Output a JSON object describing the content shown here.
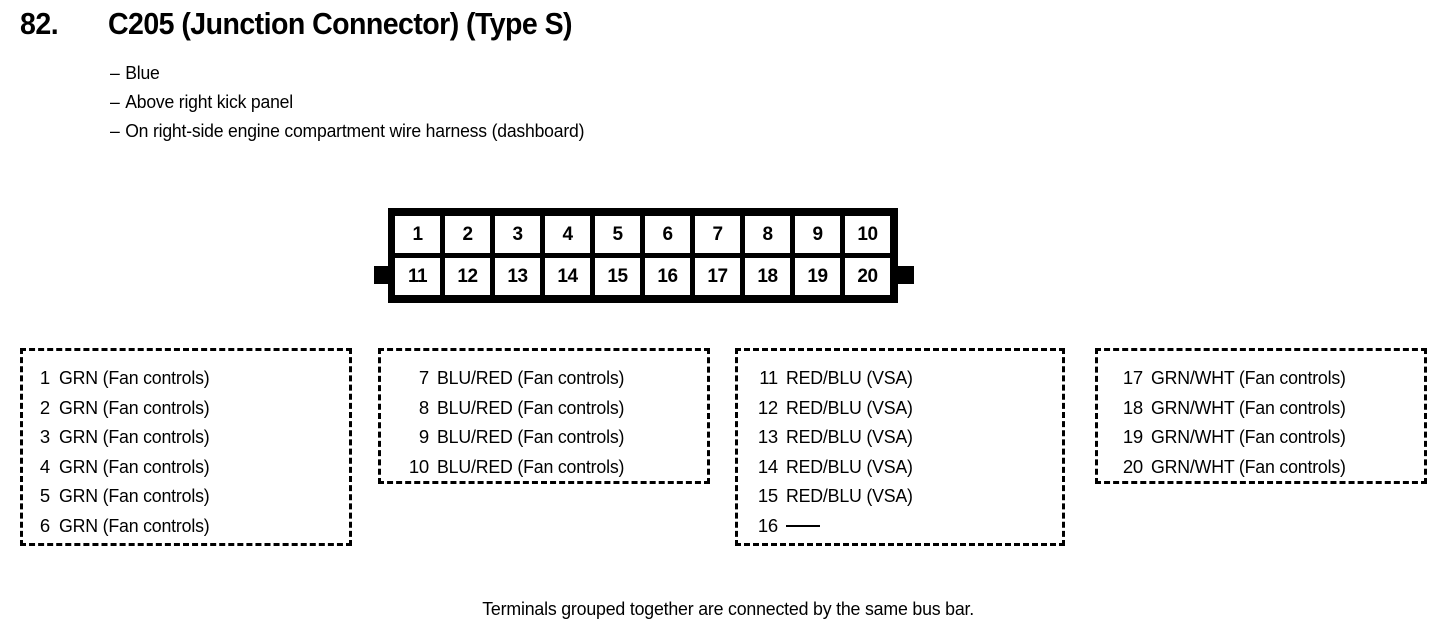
{
  "header": {
    "section_number": "82.",
    "title": "C205 (Junction Connector) (Type S)",
    "bullet_marker": "–",
    "details": [
      "Blue",
      "Above right kick panel",
      "On right-side engine compartment wire harness (dashboard)"
    ]
  },
  "connector": {
    "top_row_pins": [
      "1",
      "2",
      "3",
      "4",
      "5",
      "6",
      "7",
      "8",
      "9",
      "10"
    ],
    "bottom_row_pins": [
      "11",
      "12",
      "13",
      "14",
      "15",
      "16",
      "17",
      "18",
      "19",
      "20"
    ]
  },
  "terminal_groups": [
    {
      "id": "group-1",
      "rows": [
        {
          "pin": "1",
          "desc": "GRN (Fan controls)"
        },
        {
          "pin": "2",
          "desc": "GRN (Fan controls)"
        },
        {
          "pin": "3",
          "desc": "GRN (Fan controls)"
        },
        {
          "pin": "4",
          "desc": "GRN (Fan controls)"
        },
        {
          "pin": "5",
          "desc": "GRN (Fan controls)"
        },
        {
          "pin": "6",
          "desc": "GRN (Fan controls)"
        }
      ]
    },
    {
      "id": "group-2",
      "rows": [
        {
          "pin": "7",
          "desc": "BLU/RED (Fan controls)"
        },
        {
          "pin": "8",
          "desc": "BLU/RED (Fan controls)"
        },
        {
          "pin": "9",
          "desc": "BLU/RED (Fan controls)"
        },
        {
          "pin": "10",
          "desc": "BLU/RED (Fan controls)"
        }
      ]
    },
    {
      "id": "group-3",
      "rows": [
        {
          "pin": "11",
          "desc": "RED/BLU (VSA)"
        },
        {
          "pin": "12",
          "desc": "RED/BLU (VSA)"
        },
        {
          "pin": "13",
          "desc": "RED/BLU (VSA)"
        },
        {
          "pin": "14",
          "desc": "RED/BLU (VSA)"
        },
        {
          "pin": "15",
          "desc": "RED/BLU (VSA)"
        },
        {
          "pin": "16",
          "desc": "",
          "no_connection": true
        }
      ]
    },
    {
      "id": "group-4",
      "rows": [
        {
          "pin": "17",
          "desc": "GRN/WHT (Fan controls)"
        },
        {
          "pin": "18",
          "desc": "GRN/WHT (Fan controls)"
        },
        {
          "pin": "19",
          "desc": "GRN/WHT (Fan controls)"
        },
        {
          "pin": "20",
          "desc": "GRN/WHT (Fan controls)"
        }
      ]
    }
  ],
  "footer": {
    "caption": "Terminals grouped together are connected by the same bus bar."
  },
  "colors": {
    "ink": "#000000",
    "paper": "#ffffff"
  }
}
